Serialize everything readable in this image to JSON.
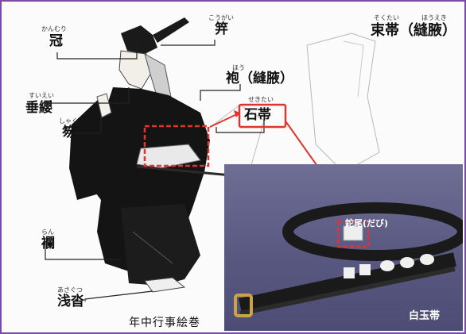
{
  "colors": {
    "border": "#7a4aa6",
    "highlight": "#e0342f",
    "photo_bg": "#5a5a85"
  },
  "labels": {
    "kanmuri": {
      "text": "冠",
      "ruby": "かんむり"
    },
    "kougai": {
      "text": "笄",
      "ruby": "こうがい"
    },
    "suiei": {
      "text": "垂纓",
      "ruby": "すいえい"
    },
    "shaku": {
      "text": "笏",
      "ruby": "しゃく"
    },
    "hou": {
      "text": "袍（縫腋）",
      "ruby": "ほう"
    },
    "sekitai": {
      "text": "石帯",
      "ruby": "せきたい"
    },
    "ran": {
      "text": "襴",
      "ruby": "らん"
    },
    "asagutsu": {
      "text": "浅沓",
      "ruby": "あさぐつ"
    },
    "sokutai": {
      "text": "束帯（縫腋）",
      "ruby_a": "そくたい",
      "ruby_b": "ほうえき"
    }
  },
  "photo": {
    "dabi": "鉈尾(だび)",
    "hakugyokutai": "白玉帯"
  },
  "source_caption": "年中行事絵巻"
}
